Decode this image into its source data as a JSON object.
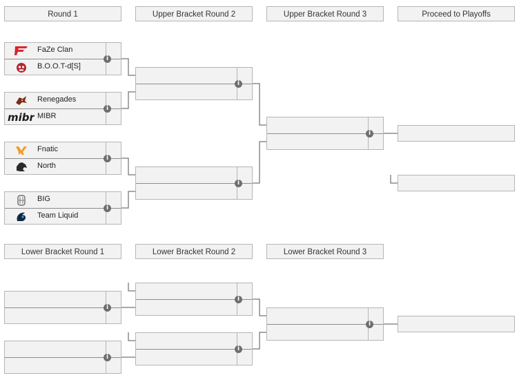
{
  "headers": {
    "round1": "Round 1",
    "ub_r2": "Upper Bracket Round 2",
    "ub_r3": "Upper Bracket Round 3",
    "playoffs": "Proceed to Playoffs",
    "lb_r1": "Lower Bracket Round 1",
    "lb_r2": "Lower Bracket Round 2",
    "lb_r3": "Lower Bracket Round 3"
  },
  "round1": [
    {
      "team1": "FaZe Clan",
      "team1_icon": "faze-clan-logo-icon",
      "team2": "B.O.O.T-d[S]",
      "team2_icon": "boot-ds-logo-icon"
    },
    {
      "team1": "Renegades",
      "team1_icon": "renegades-logo-icon",
      "team2": "MIBR",
      "team2_icon": "mibr-logo-icon"
    },
    {
      "team1": "Fnatic",
      "team1_icon": "fnatic-logo-icon",
      "team2": "North",
      "team2_icon": "north-logo-icon"
    },
    {
      "team1": "BIG",
      "team1_icon": "big-logo-icon",
      "team2": "Team Liquid",
      "team2_icon": "team-liquid-logo-icon"
    }
  ],
  "info_icon": "match-info-icon",
  "info_glyph": "i",
  "colors": {
    "box_bg": "#f2f2f2",
    "border": "#b5b5b5",
    "connector": "#8c8c8c",
    "info_bg": "#6e6e6e"
  }
}
